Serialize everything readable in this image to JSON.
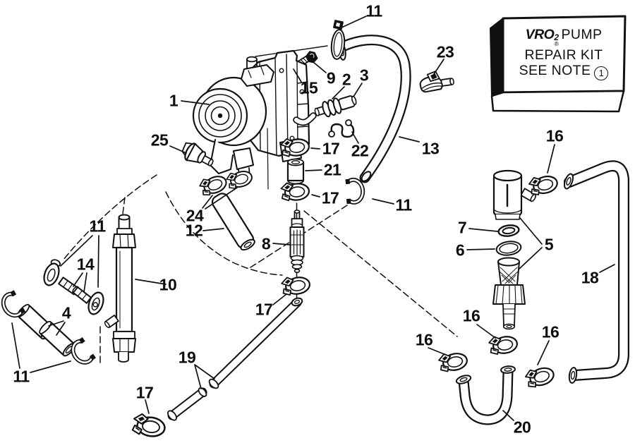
{
  "colors": {
    "ink": "#111111",
    "paper": "#ffffff"
  },
  "kit_box": {
    "brand": "VRO",
    "brand_sup": "2",
    "brand_reg": "®",
    "line1_rest": "PUMP",
    "line2": "REPAIR KIT",
    "line3": "SEE NOTE",
    "note_number": "1"
  },
  "callouts": [
    {
      "label": "11"
    },
    {
      "label": "23"
    },
    {
      "label": "9"
    },
    {
      "label": "2"
    },
    {
      "label": "3"
    },
    {
      "label": "15"
    },
    {
      "label": "1"
    },
    {
      "label": "16"
    },
    {
      "label": "25"
    },
    {
      "label": "17"
    },
    {
      "label": "22"
    },
    {
      "label": "13"
    },
    {
      "label": "21"
    },
    {
      "label": "17"
    },
    {
      "label": "11"
    },
    {
      "label": "24"
    },
    {
      "label": "11"
    },
    {
      "label": "7"
    },
    {
      "label": "12"
    },
    {
      "label": "6"
    },
    {
      "label": "5"
    },
    {
      "label": "8"
    },
    {
      "label": "14"
    },
    {
      "label": "18"
    },
    {
      "label": "10"
    },
    {
      "label": "4"
    },
    {
      "label": "17"
    },
    {
      "label": "16"
    },
    {
      "label": "16"
    },
    {
      "label": "16"
    },
    {
      "label": "19"
    },
    {
      "label": "11"
    },
    {
      "label": "17"
    },
    {
      "label": "20"
    }
  ]
}
